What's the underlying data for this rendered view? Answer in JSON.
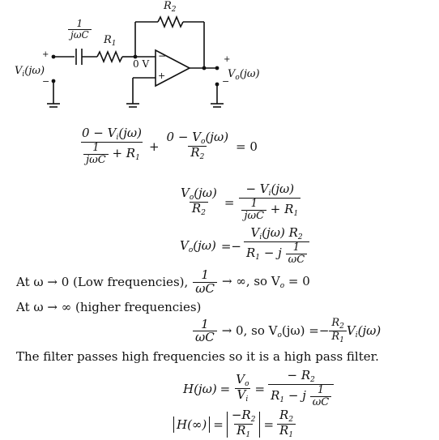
{
  "circuit": {
    "cap_label_num": "1",
    "cap_label_den": "jωC",
    "r1_label": "R",
    "r1_sub": "1",
    "r2_label": "R",
    "r2_sub": "2",
    "node_label": "0 V",
    "opamp_minus": "−",
    "opamp_plus": "+",
    "vi_label": "V",
    "vi_sub": "i",
    "vi_arg": "(jω)",
    "vo_label": "V",
    "vo_sub": "o",
    "vo_arg": "(jω)",
    "plus_sign": "+",
    "minus_sign": "−"
  },
  "eq1": {
    "num1": "0 − V",
    "num1_sub": "i",
    "num1_arg": "(jω)",
    "den1_frac_num": "1",
    "den1_frac_den": "jωC",
    "den1_tail": "+ R",
    "den1_tail_sub": "1",
    "plus": "+",
    "num2": "0 − V",
    "num2_sub": "o",
    "num2_arg": "(jω)",
    "den2": "R",
    "den2_sub": "2",
    "rhs": "= 0"
  },
  "eq2": {
    "lhs_num": "V",
    "lhs_num_sub": "o",
    "lhs_num_arg": "(jω)",
    "lhs_den": "R",
    "lhs_den_sub": "2",
    "eq": "=",
    "rhs_num": "− V",
    "rhs_num_sub": "i",
    "rhs_num_arg": "(jω)",
    "rhs_den_frac_num": "1",
    "rhs_den_frac_den": "jωC",
    "rhs_den_tail": "+ R",
    "rhs_den_tail_sub": "1"
  },
  "eq3": {
    "lhs": "V",
    "lhs_sub": "o",
    "lhs_arg": "(jω)",
    "eq": "=−",
    "num": "V",
    "num_sub": "i",
    "num_arg": "(jω) R",
    "num_r_sub": "2",
    "den_r": "R",
    "den_r_sub": "1",
    "den_mid": "− j",
    "den_frac_num": "1",
    "den_frac_den": "ωC"
  },
  "line_low": {
    "lead": "At ω → 0 (Low frequencies),",
    "frac_num": "1",
    "frac_den": "ωC",
    "tail": "→ ∞, so V",
    "tail_sub": "o",
    "tail_end": " = 0"
  },
  "line_high": {
    "text": "At ω → ∞ (higher frequencies)"
  },
  "eq4": {
    "frac_num": "1",
    "frac_den": "ωC",
    "mid": "→ 0, so V",
    "mid_sub": "o",
    "mid_arg": "(jω) =−",
    "r_num": "R",
    "r_num_sub": "2",
    "r_den": "R",
    "r_den_sub": "1",
    "tail": "V",
    "tail_sub": "i",
    "tail_arg": "(jω)"
  },
  "line_filter": {
    "text": "The filter passes high frequencies so it is a high pass filter."
  },
  "eq5": {
    "lhs": "H(jω)",
    "eq1": "=",
    "num1": "V",
    "num1_sub": "o",
    "den1": "V",
    "den1_sub": "i",
    "eq2": "=",
    "num2": "− R",
    "num2_sub": "2",
    "den2_r": "R",
    "den2_r_sub": "1",
    "den2_mid": "− j",
    "den2_frac_num": "1",
    "den2_frac_den": "ωC"
  },
  "eq6": {
    "lhs": "H(∞)",
    "eq1": "=",
    "num1": "−R",
    "num1_sub": "2",
    "den1": "R",
    "den1_sub": "1",
    "eq2": "=",
    "num2": "R",
    "num2_sub": "2",
    "den2": "R",
    "den2_sub": "1"
  }
}
